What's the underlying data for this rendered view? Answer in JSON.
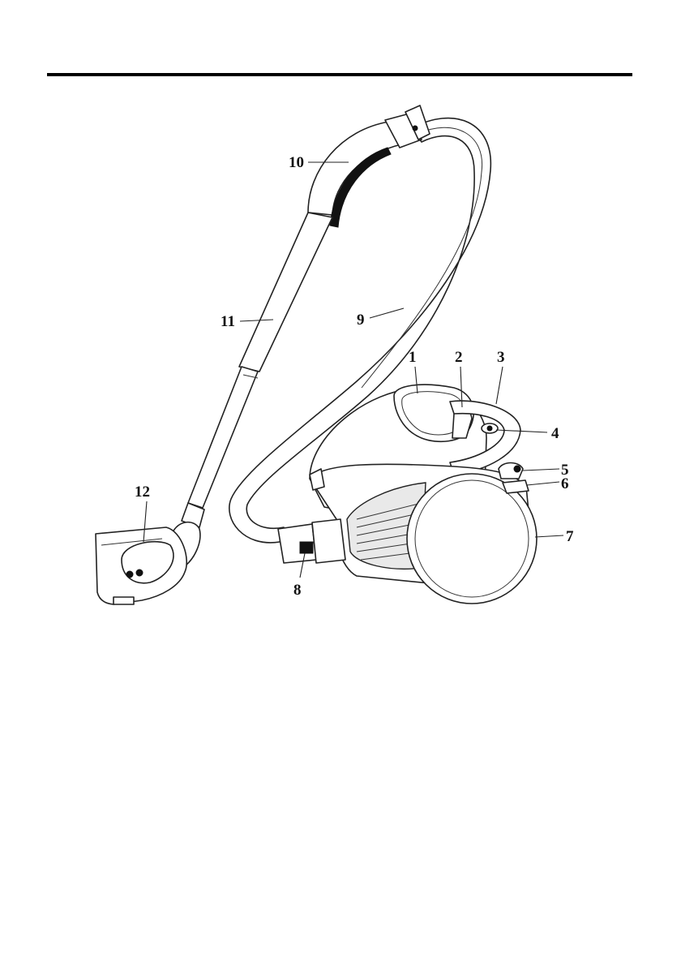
{
  "diagram": {
    "subject": "canister vacuum cleaner",
    "callouts": [
      {
        "number": "1",
        "part": "dust-container-lid"
      },
      {
        "number": "2",
        "part": "lid-release"
      },
      {
        "number": "3",
        "part": "carry-handle"
      },
      {
        "number": "4",
        "part": "top-button"
      },
      {
        "number": "5",
        "part": "cord-rewind-button"
      },
      {
        "number": "6",
        "part": "power-button"
      },
      {
        "number": "7",
        "part": "wheel"
      },
      {
        "number": "8",
        "part": "hose-connector"
      },
      {
        "number": "9",
        "part": "flexible-hose"
      },
      {
        "number": "10",
        "part": "hose-handle"
      },
      {
        "number": "11",
        "part": "telescopic-tube"
      },
      {
        "number": "12",
        "part": "floor-brush"
      }
    ]
  }
}
